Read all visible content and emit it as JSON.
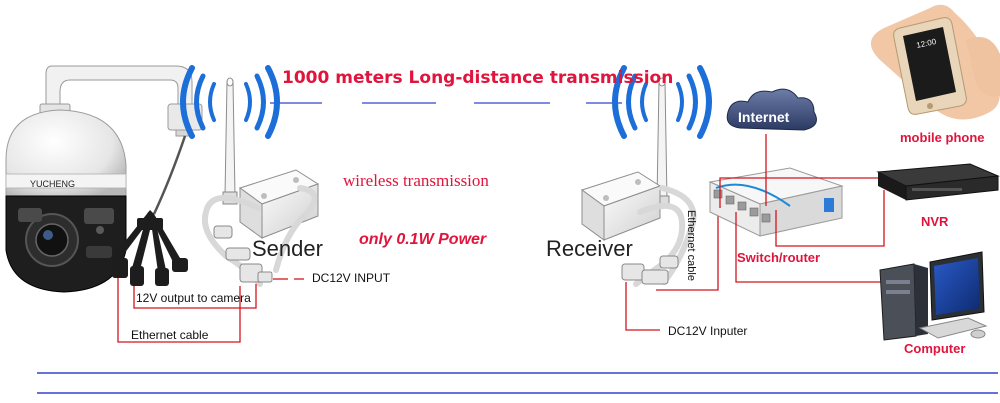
{
  "labels": {
    "headline": "1000 meters Long-distance transmission",
    "wireless": "wireless transmission",
    "power": "only 0.1W Power",
    "sender": "Sender",
    "receiver": "Receiver",
    "dc_input": "DC12V INPUT",
    "output_camera": "12V output to camera",
    "ethernet_left": "Ethernet cable",
    "dc_inputer": "DC12V Inputer",
    "ethernet_right": "Ethernet cable",
    "mobile_phone": "mobile phone",
    "nvr": "NVR",
    "switch_router": "Switch/router",
    "computer": "Computer",
    "internet": "Internet",
    "camera_brand": "YUCHENG"
  },
  "icons": [
    "camera-icon",
    "wifi-signal-icon",
    "antenna-icon",
    "cloud-icon",
    "phone-icon",
    "nvr-icon",
    "switch-icon",
    "computer-icon"
  ],
  "colors": {
    "accent_red": "#e0143c",
    "wire_red": "#d2161e",
    "line_blue": "#3344cc",
    "signal_blue": "#1c6fd8"
  }
}
